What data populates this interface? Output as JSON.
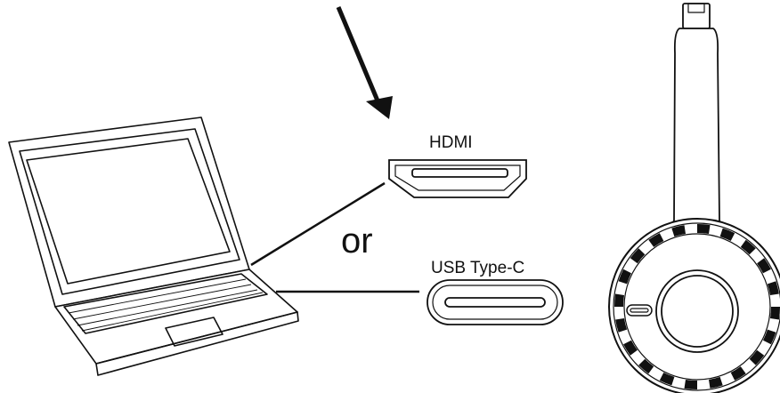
{
  "labels": {
    "hdmi": "HDMI",
    "or": "or",
    "usb_type_c": "USB Type-C"
  },
  "colors": {
    "stroke": "#111111",
    "background": "#ffffff"
  }
}
